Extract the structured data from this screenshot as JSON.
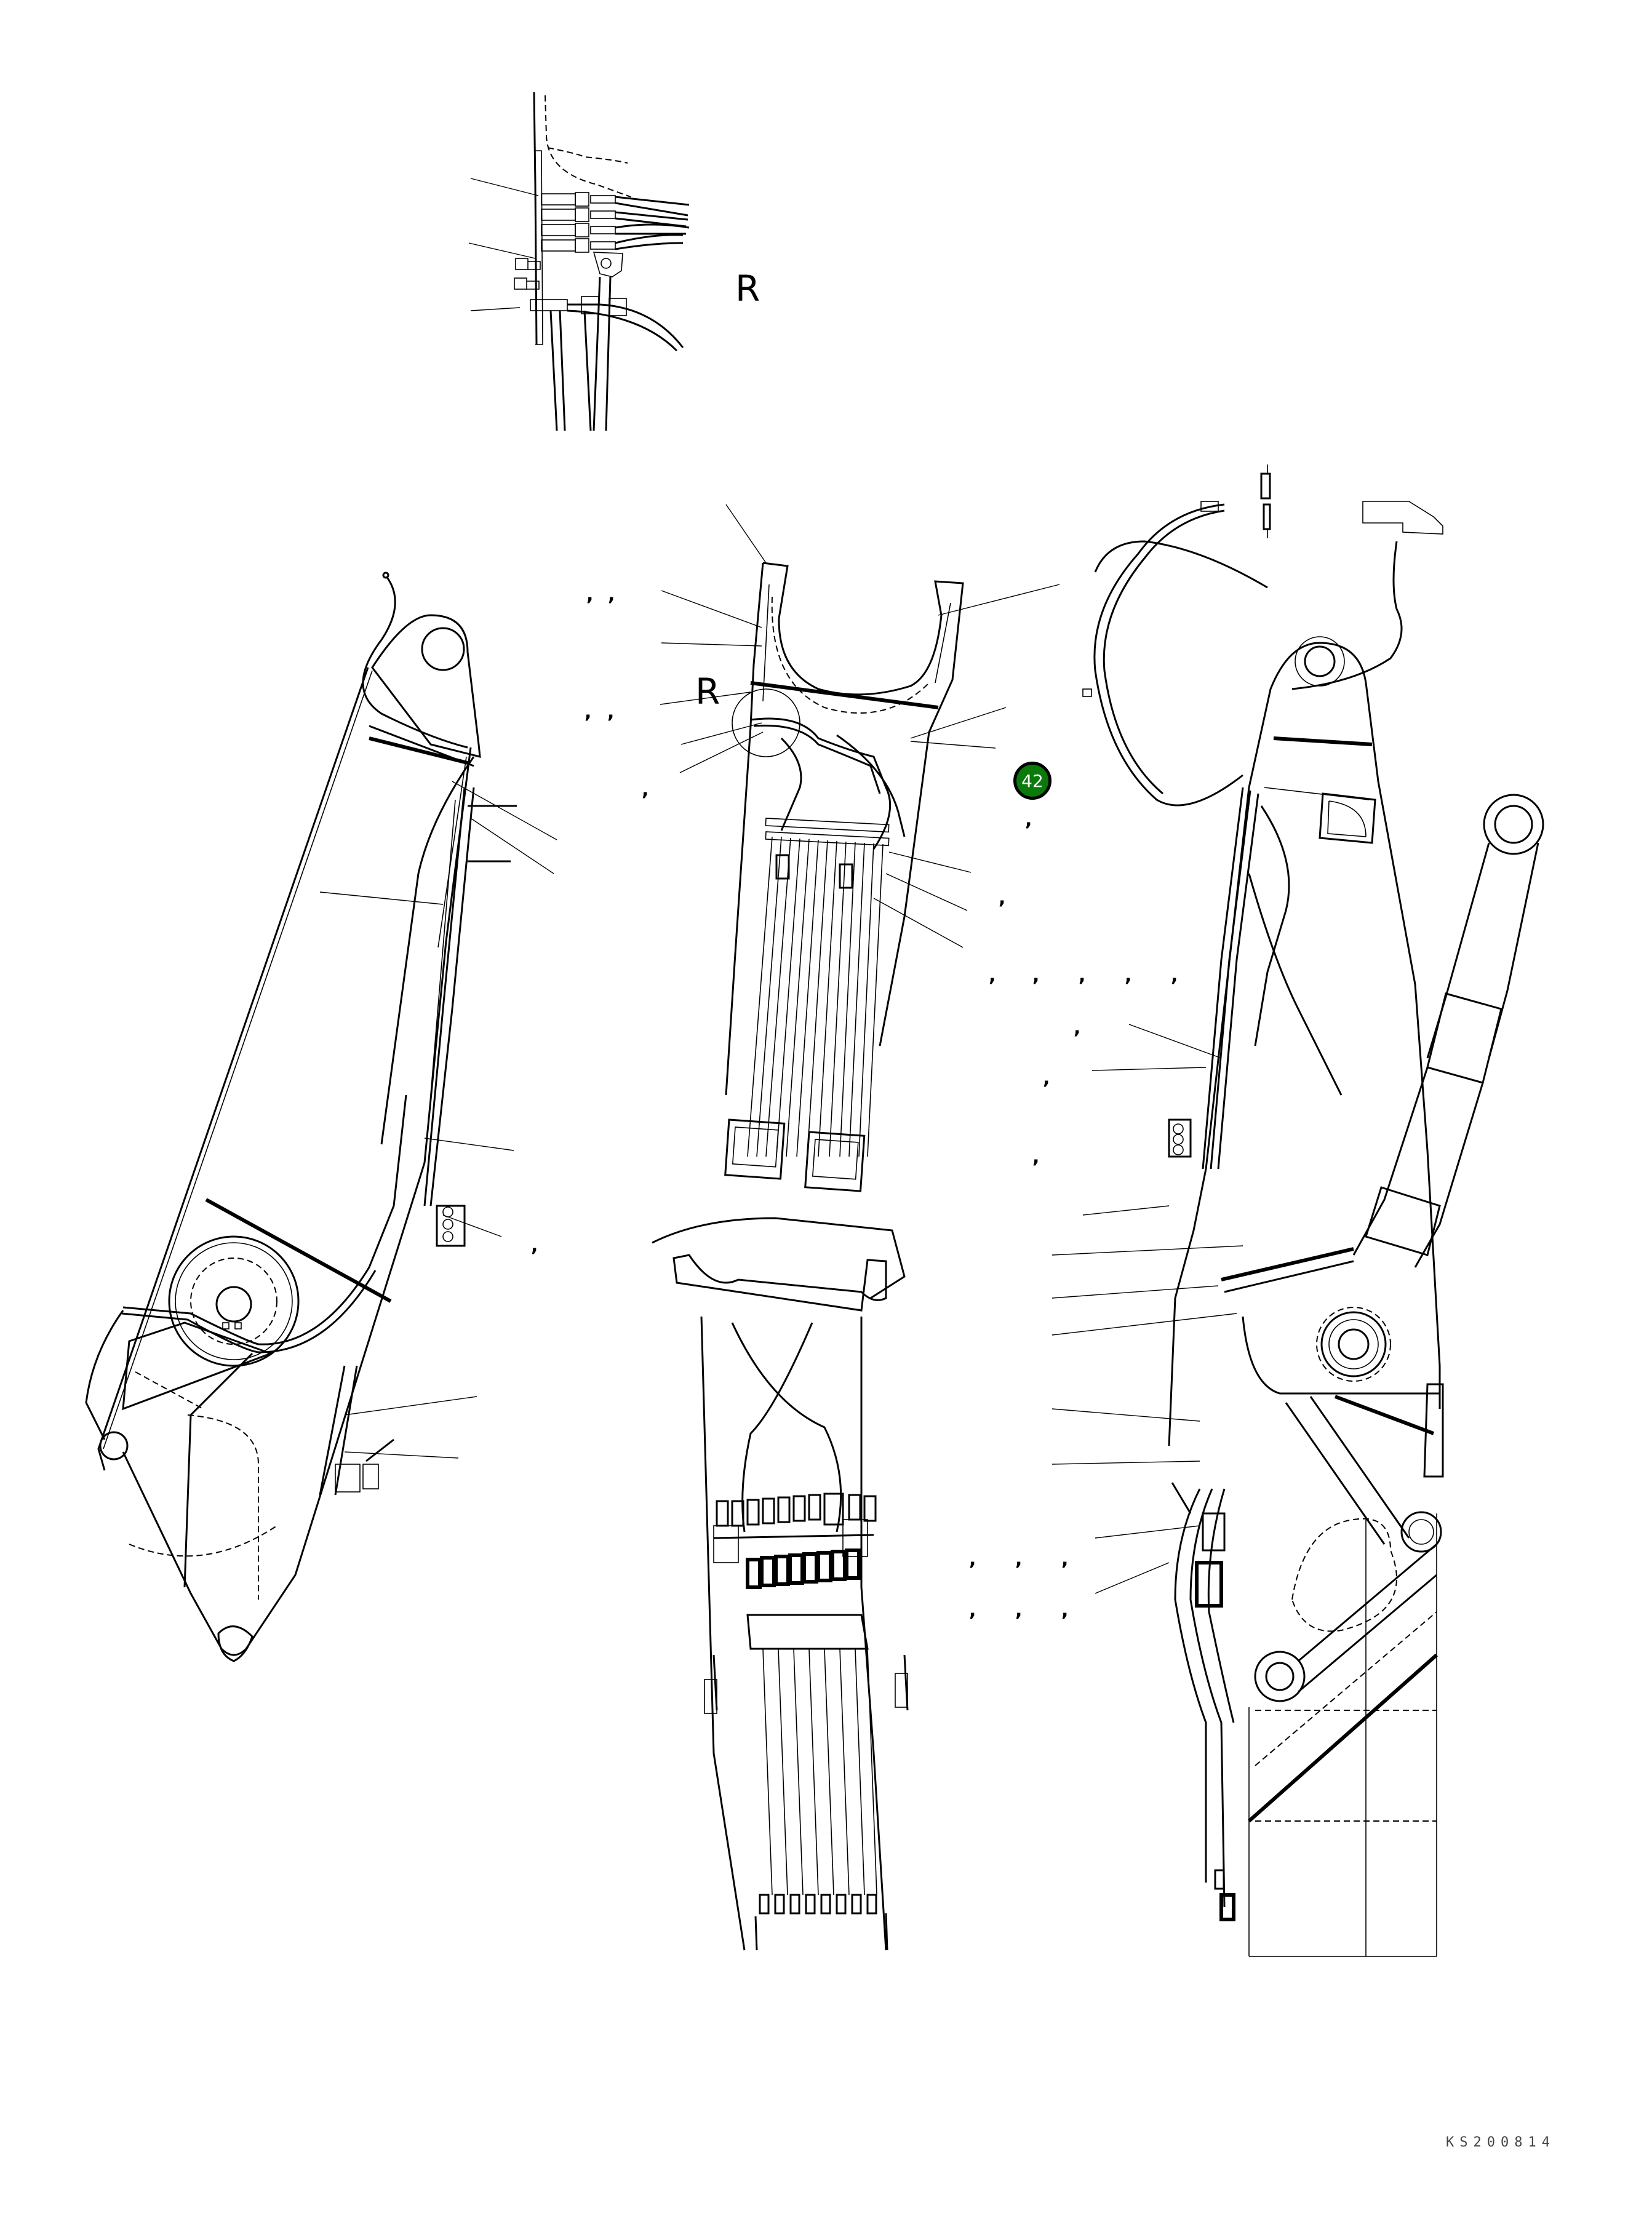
{
  "diagram": {
    "type": "parts-exploded-drawing",
    "subject": "excavator boom/arm hydraulic hose routing",
    "views": [
      {
        "id": "detail-r",
        "label": "R"
      },
      {
        "id": "left-side-view"
      },
      {
        "id": "front-view",
        "detail_marker": "R"
      },
      {
        "id": "right-side-view"
      }
    ],
    "callouts": [
      {
        "number": "42",
        "color": "#0a7a0a",
        "text_color": "#ffffff",
        "border_color": "#000000"
      }
    ],
    "detail_labels": {
      "top_detail": "R",
      "front_view_marker": "R"
    },
    "tick_marks": ",",
    "reference_code": "KS200814"
  }
}
